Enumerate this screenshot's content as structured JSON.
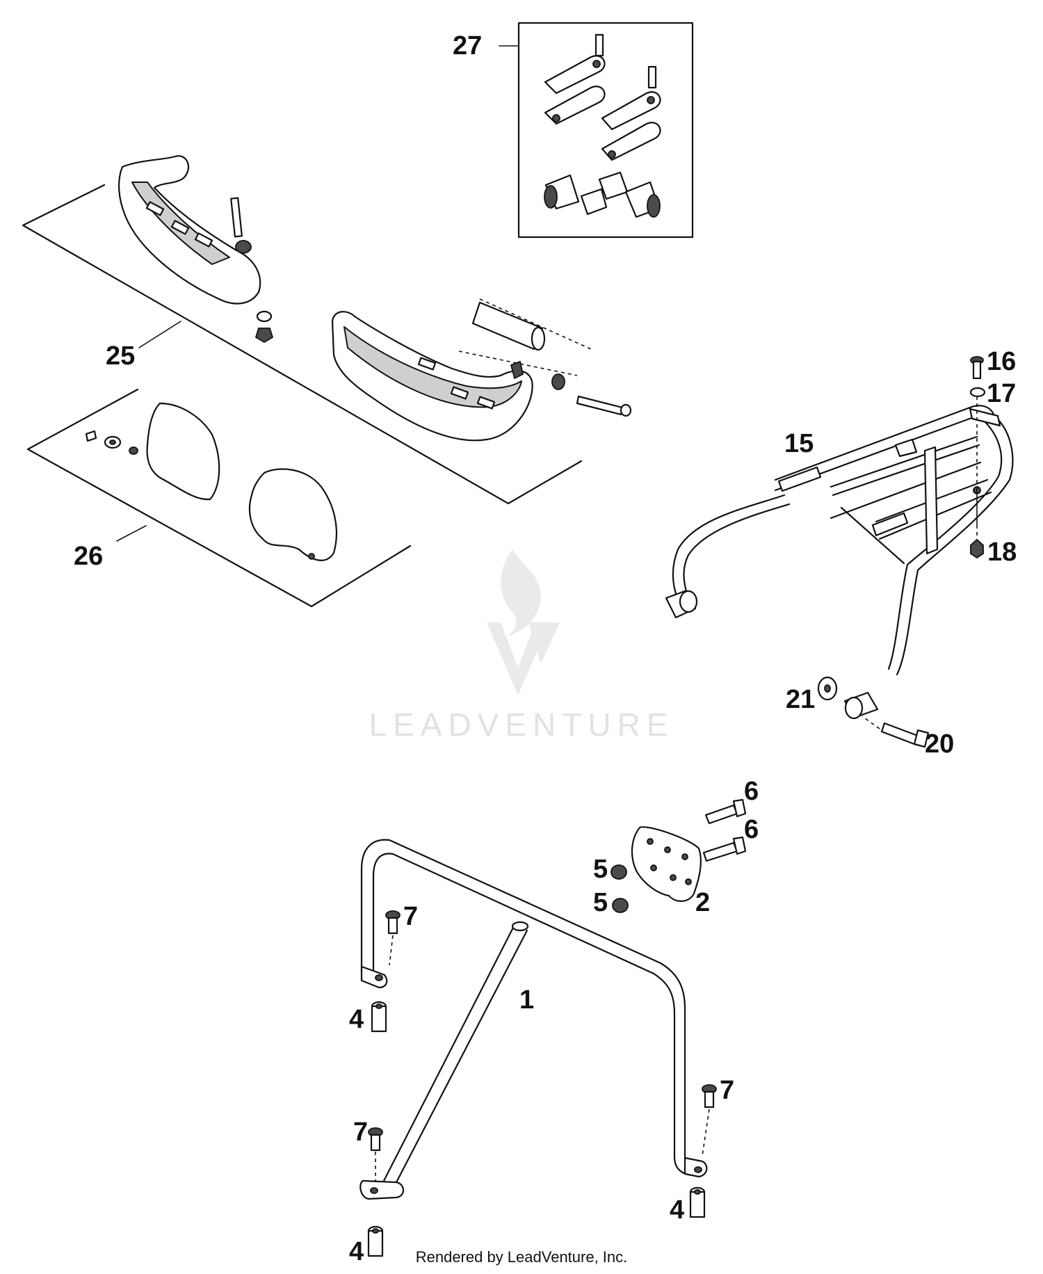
{
  "labels": {
    "p1": "1",
    "p2": "2",
    "p4a": "4",
    "p4b": "4",
    "p4c": "4",
    "p5a": "5",
    "p5b": "5",
    "p6a": "6",
    "p6b": "6",
    "p7a": "7",
    "p7b": "7",
    "p7c": "7",
    "p15": "15",
    "p16": "16",
    "p17": "17",
    "p18": "18",
    "p20": "20",
    "p21": "21",
    "p25": "25",
    "p26": "26",
    "p27": "27"
  },
  "watermark": {
    "text": "LEADVENTURE"
  },
  "footer": {
    "text": "Rendered by LeadVenture, Inc."
  }
}
